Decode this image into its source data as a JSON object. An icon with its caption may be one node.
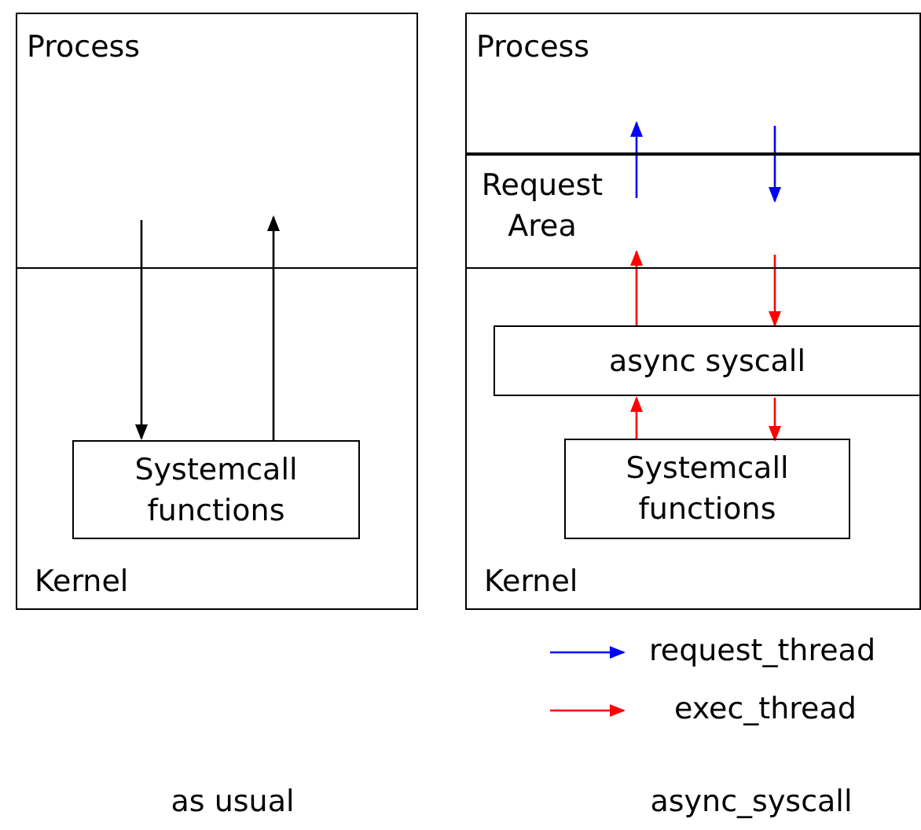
{
  "diagram": {
    "nodes": [
      {
        "text": [
          "Process"
        ]
      },
      {
        "text": [
          "Kernel"
        ]
      },
      {
        "text": [
          "Systemcall functions"
        ],
        "in": 1
      },
      {
        "text": [
          "Process"
        ]
      },
      {
        "text": [
          "Request Area"
        ]
      },
      {
        "text": [
          "Kernel"
        ]
      },
      {
        "text": [
          "async syscall"
        ],
        "in": 5
      },
      {
        "text": [
          "Systemcall functions"
        ],
        "in": 5
      }
    ],
    "edges": [
      {
        "from": 0,
        "to": 2,
        "arrow": "to",
        "color": "#000000"
      },
      {
        "from": 2,
        "to": 0,
        "arrow": "to",
        "color": "#000000"
      },
      {
        "from": 4,
        "to": 3,
        "arrow": "to",
        "color": "#0000ff"
      },
      {
        "from": 3,
        "to": 4,
        "arrow": "to",
        "color": "#0000ff"
      },
      {
        "from": 6,
        "to": 4,
        "arrow": "to",
        "color": "#ff0000"
      },
      {
        "from": 4,
        "to": 6,
        "arrow": "to",
        "color": "#ff0000"
      },
      {
        "from": 7,
        "to": 6,
        "arrow": "to",
        "color": "#ff0000"
      },
      {
        "from": 6,
        "to": 7,
        "arrow": "to",
        "color": "#ff0000"
      }
    ],
    "labels": [
      "as usual",
      "async_syscall"
    ],
    "legend": [
      {
        "text": "request_thread"
      },
      {
        "text": "exec_thread"
      }
    ]
  }
}
